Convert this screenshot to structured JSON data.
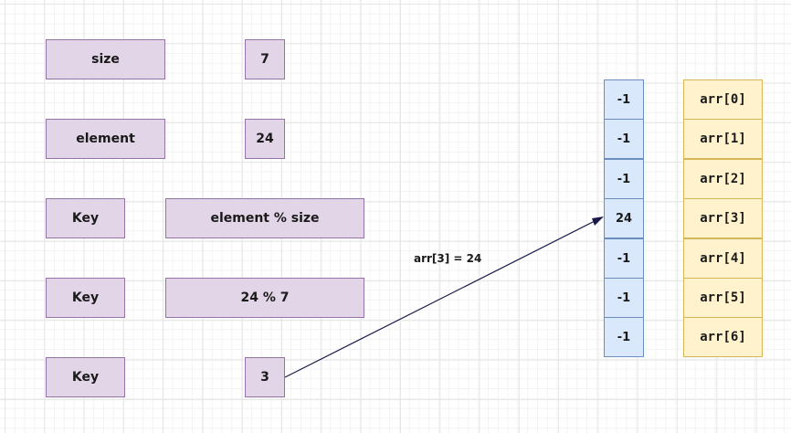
{
  "variables": {
    "size_label": "size",
    "size_value": "7",
    "element_label": "element",
    "element_value": "24",
    "key_label_1": "Key",
    "key_expr": "element % size",
    "key_label_2": "Key",
    "key_eval": "24 % 7",
    "key_label_3": "Key",
    "key_result": "3"
  },
  "arrow_label": "arr[3] = 24",
  "array_values": [
    "-1",
    "-1",
    "-1",
    "24",
    "-1",
    "-1",
    "-1"
  ],
  "array_indices": [
    "arr[0]",
    "arr[1]",
    "arr[2]",
    "arr[3]",
    "arr[4]",
    "arr[5]",
    "arr[6]"
  ],
  "colors": {
    "variable_fill": "#e1d5e7",
    "variable_stroke": "#9673a6",
    "array_value_fill": "#dae8fc",
    "array_value_stroke": "#6c8ebf",
    "array_index_fill": "#fff2cc",
    "array_index_stroke": "#d6b656",
    "arrow": "#1a1a4a"
  }
}
